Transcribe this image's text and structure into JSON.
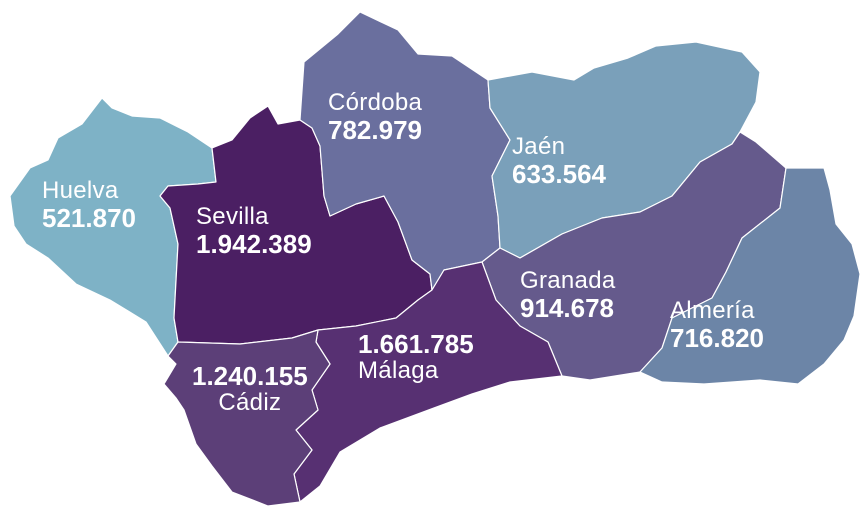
{
  "map": {
    "provinces": [
      {
        "id": "huelva",
        "name": "Huelva",
        "value": "521.870",
        "color": "#7eb2c6"
      },
      {
        "id": "sevilla",
        "name": "Sevilla",
        "value": "1.942.389",
        "color": "#4b1f63"
      },
      {
        "id": "cordoba",
        "name": "Córdoba",
        "value": "782.979",
        "color": "#6a6f9e"
      },
      {
        "id": "jaen",
        "name": "Jaén",
        "value": "633.564",
        "color": "#7aa0ba"
      },
      {
        "id": "granada",
        "name": "Granada",
        "value": "914.678",
        "color": "#655a8c"
      },
      {
        "id": "almeria",
        "name": "Almería",
        "value": "716.820",
        "color": "#6c85a7"
      },
      {
        "id": "malaga",
        "name": "Málaga",
        "value": "1.661.785",
        "color": "#573072"
      },
      {
        "id": "cadiz",
        "name": "Cádiz",
        "value": "1.240.155",
        "color": "#5c3f78"
      }
    ]
  }
}
